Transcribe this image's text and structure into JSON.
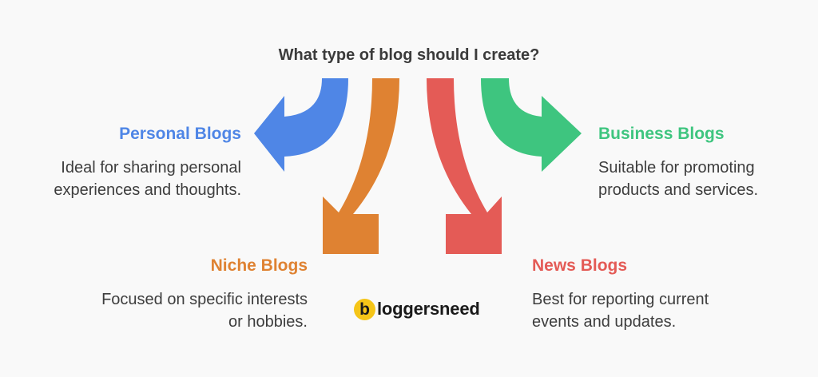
{
  "question": "What type of blog should I create?",
  "colors": {
    "personal": "#4f86e6",
    "niche": "#df8232",
    "news": "#e45b56",
    "business": "#3ec57f"
  },
  "options": {
    "personal": {
      "title": "Personal Blogs",
      "desc_line1": "Ideal for sharing personal",
      "desc_line2": "experiences and thoughts."
    },
    "business": {
      "title": "Business Blogs",
      "desc_line1": "Suitable for promoting",
      "desc_line2": "products and services."
    },
    "niche": {
      "title": "Niche Blogs",
      "desc_line1": "Focused on specific interests",
      "desc_line2": "or hobbies."
    },
    "news": {
      "title": "News Blogs",
      "desc_line1": "Best for reporting current",
      "desc_line2": "events and updates."
    }
  },
  "logo": {
    "badge": "b",
    "text": "loggersneed"
  }
}
